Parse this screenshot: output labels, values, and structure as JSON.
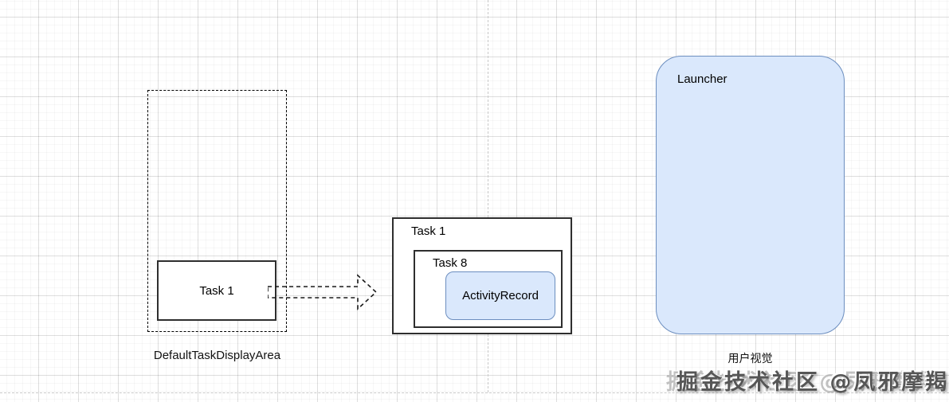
{
  "diagram": {
    "left_group": {
      "container_caption": "DefaultTaskDisplayArea",
      "task_label": "Task 1"
    },
    "middle_group": {
      "outer_label": "Task 1",
      "inner_label": "Task 8",
      "activity_label": "ActivityRecord"
    },
    "right_group": {
      "box_label": "Launcher",
      "caption": "用户视觉"
    },
    "watermark": "掘金技术社区 @凤邪摩羯",
    "colors": {
      "node_fill": "#dae8fc",
      "node_border": "#6c8ebf",
      "solid_box_border": "#2e2e2e",
      "dashed_outline": "#000000",
      "page_boundary": "#c9c9c9",
      "grid_major": "#e6e6e6",
      "grid_minor": "#f7f7f7"
    }
  }
}
